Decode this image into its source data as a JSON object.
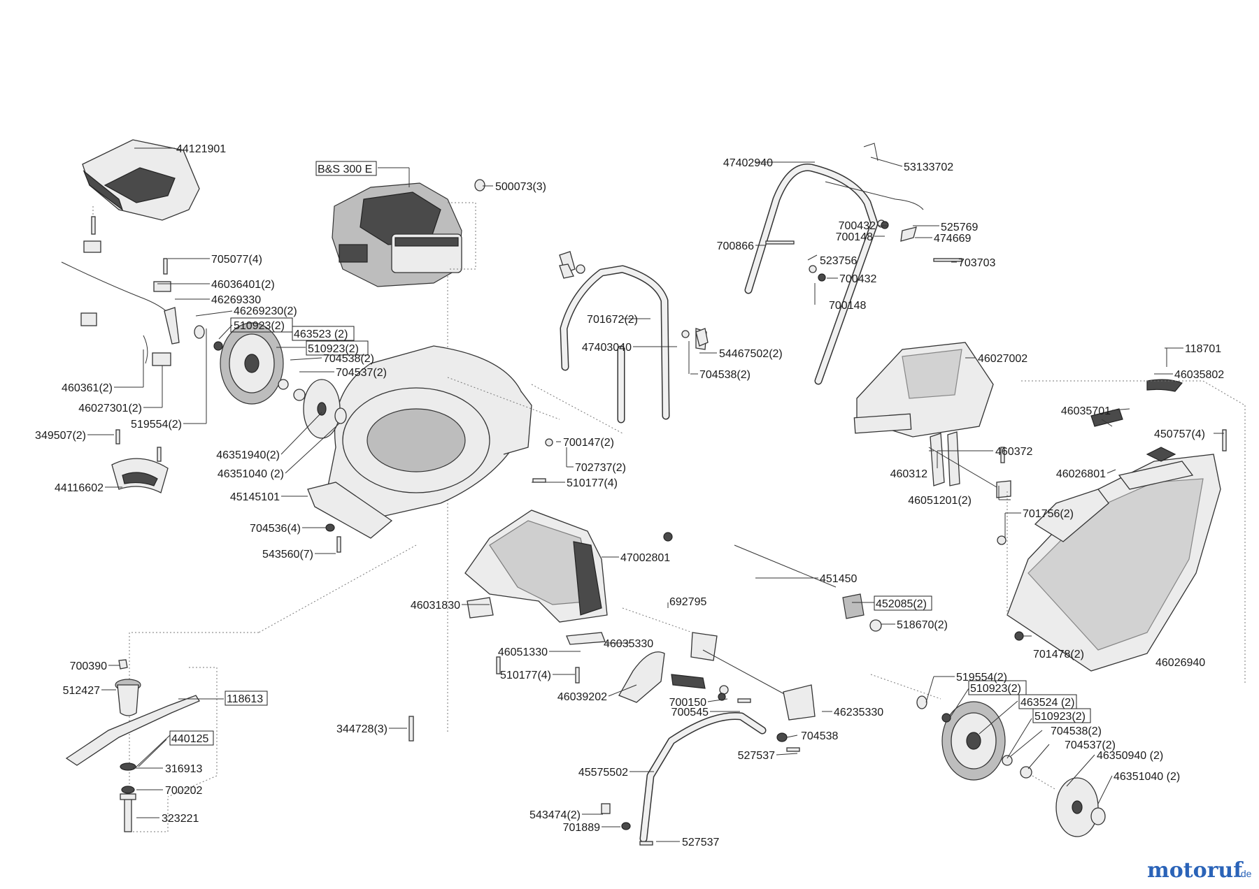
{
  "diagram": {
    "labels": [
      "44121901",
      "B&S 300 E",
      "500073(3)",
      "47402940",
      "53133702",
      "700432",
      "525769",
      "700148",
      "474669",
      "700866",
      "523756",
      "703703",
      "700432",
      "700148",
      "705077(4)",
      "46036401(2)",
      "46269330",
      "46269230(2)",
      "510923(2)",
      "463523 (2)",
      "510923(2)",
      "704538(2)",
      "704537(2)",
      "460361(2)",
      "46027301(2)",
      "519554(2)",
      "349507(2)",
      "46351940(2)",
      "46351040 (2)",
      "44116602",
      "45145101",
      "704536(4)",
      "543560(7)",
      "701672(2)",
      "47403040",
      "54467502(2)",
      "704538(2)",
      "700147(2)",
      "702737(2)",
      "510177(4)",
      "46027002",
      "118701",
      "46035802",
      "46035701",
      "450757(4)",
      "460372",
      "460312",
      "46026801",
      "46051201(2)",
      "701756(2)",
      "47002801",
      "451450",
      "452085(2)",
      "518670(2)",
      "692795",
      "46031830",
      "46035330",
      "46051330",
      "510177(4)",
      "46039202",
      "700150",
      "700545",
      "46235330",
      "704538",
      "527537",
      "45575502",
      "543474(2)",
      "701889",
      "527537",
      "700390",
      "512427",
      "118613",
      "440125",
      "316913",
      "700202",
      "323221",
      "344728(3)",
      "701478(2)",
      "46026940",
      "519554(2)",
      "510923(2)",
      "463524 (2)",
      "510923(2)",
      "704538(2)",
      "704537(2)",
      "46350940 (2)",
      "46351040 (2)"
    ]
  },
  "watermark": {
    "brand": "motoruf",
    "suffix": ".de",
    "colors": {
      "main": "#2a63b8",
      "accent": "#e07a1f"
    }
  }
}
